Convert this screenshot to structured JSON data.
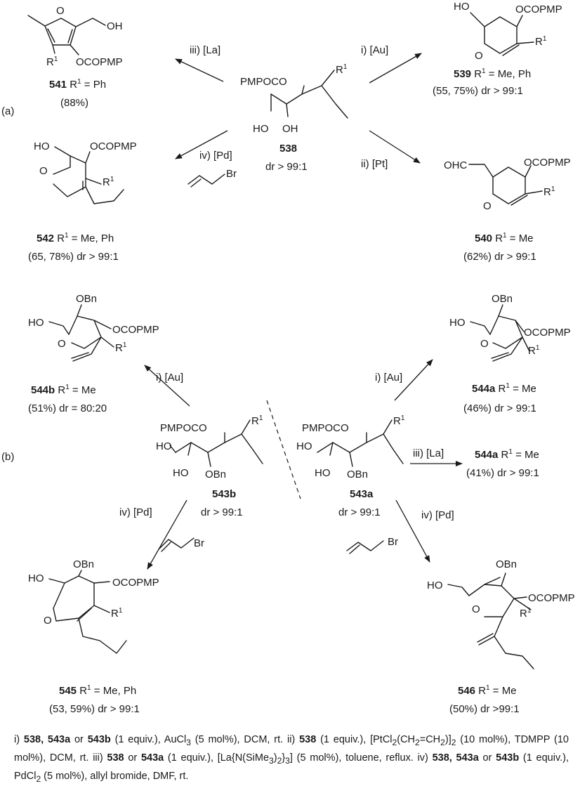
{
  "part_labels": {
    "a": "(a)",
    "b": "(b)"
  },
  "groups": {
    "OCOPMP": "OCOPMP",
    "PMPOCO": "PMPOCO",
    "OBn": "OBn",
    "HO": "HO",
    "OH": "OH",
    "O": "O",
    "OHC": "OHC",
    "Br": "Br",
    "R1": "R",
    "sup1": "1"
  },
  "compounds": {
    "c538": {
      "id": "538",
      "dr": "dr > 99:1"
    },
    "c539": {
      "id": "539",
      "r": " R",
      "sup": "1",
      "rest": " = Me, Ph",
      "yield": "(55, 75%) dr > 99:1"
    },
    "c540": {
      "id": "540",
      "r": " R",
      "sup": "1",
      "rest": " = Me",
      "yield": "(62%) dr > 99:1"
    },
    "c541": {
      "id": "541",
      "r": " R",
      "sup": "1",
      "rest": " = Ph",
      "yield": "(88%)"
    },
    "c542": {
      "id": "542",
      "r": " R",
      "sup": "1",
      "rest": " = Me, Ph",
      "yield": "(65, 78%) dr > 99:1"
    },
    "c543a": {
      "id": "543a",
      "dr": "dr > 99:1"
    },
    "c543b": {
      "id": "543b",
      "dr": "dr > 99:1"
    },
    "c544a_top": {
      "id": "544a",
      "r": " R",
      "sup": "1",
      "rest": " = Me",
      "yield": "(46%) dr > 99:1"
    },
    "c544a_mid": {
      "id": "544a",
      "r": " R",
      "sup": "1",
      "rest": " = Me",
      "yield": "(41%) dr > 99:1"
    },
    "c544b": {
      "id": "544b",
      "r": " R",
      "sup": "1",
      "rest": " = Me",
      "yield": "(51%) dr = 80:20"
    },
    "c545": {
      "id": "545",
      "r": " R",
      "sup": "1",
      "rest": " = Me, Ph",
      "yield": "(53, 59%) dr > 99:1"
    },
    "c546": {
      "id": "546",
      "r": " R",
      "sup": "1",
      "rest": " = Me",
      "yield": "(50%) dr >99:1"
    }
  },
  "conditions": {
    "au": "i) [Au]",
    "pt": "ii) [Pt]",
    "la": "iii) [La]",
    "pd": "iv) [Pd]"
  },
  "footnote": {
    "i_1": "i) ",
    "i_2": "538, 543a",
    "i_3": " or ",
    "i_4": "543b",
    "i_5": " (1 equiv.), AuCl",
    "i_6": "3",
    "i_7": " (5 mol%), DCM, rt. ii) ",
    "ii_1": "538",
    "ii_2": " (1 equiv.), [PtCl",
    "ii_3": "2",
    "ii_4": "(CH",
    "ii_5": "2",
    "ii_6": "=CH",
    "ii_7": "2",
    "ii_8": ")]",
    "ii_9": "2",
    "ii_10": " (10 mol%), TDMPP (10 mol%), DCM, rt. iii) ",
    "iii_1": "538",
    "iii_2": " or ",
    "iii_3": "543a",
    "iii_4": " (1 equiv.), [La{N(SiMe",
    "iii_5": "3",
    "iii_6": ")",
    "iii_7": "2",
    "iii_8": "}",
    "iii_9": "3",
    "iii_10": "] (5 mol%), toluene, reflux. iv) ",
    "iv_1": "538, 543a",
    "iv_2": " or ",
    "iv_3": "543b",
    "iv_4": " (1 equiv.), PdCl",
    "iv_5": "2",
    "iv_6": " (5 mol%), allyl bromide, DMF, rt."
  }
}
